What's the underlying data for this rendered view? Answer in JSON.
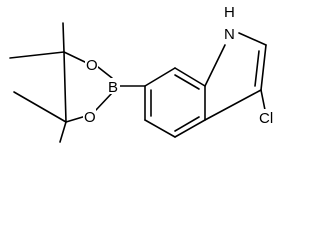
{
  "molecule": {
    "atom_labels": {
      "nh": "NH",
      "n": "N",
      "h": "H",
      "cl": "Cl",
      "boron": "B",
      "oxygen_top": "O",
      "oxygen_bottom": "O"
    },
    "colors": {
      "bond": "#000000",
      "text": "#000000",
      "background": "#ffffff"
    }
  }
}
